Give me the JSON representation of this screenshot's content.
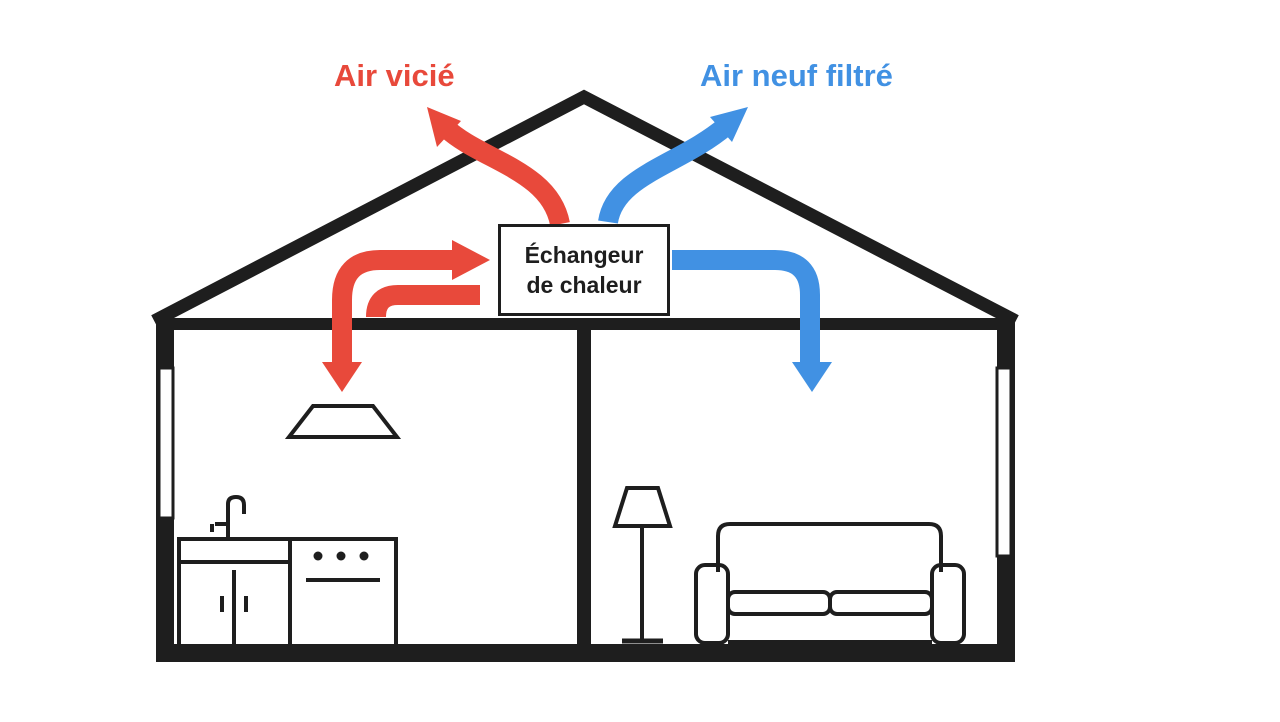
{
  "labels": {
    "exhaust_air": "Air vicié",
    "fresh_air": "Air neuf filtré",
    "exchanger_line1": "Échangeur",
    "exchanger_line2": "de chaleur"
  },
  "colors": {
    "exhaust": "#e8493b",
    "fresh": "#4191e3",
    "outline": "#1e1e1e"
  },
  "rooms": [
    "kitchen",
    "living-room"
  ]
}
